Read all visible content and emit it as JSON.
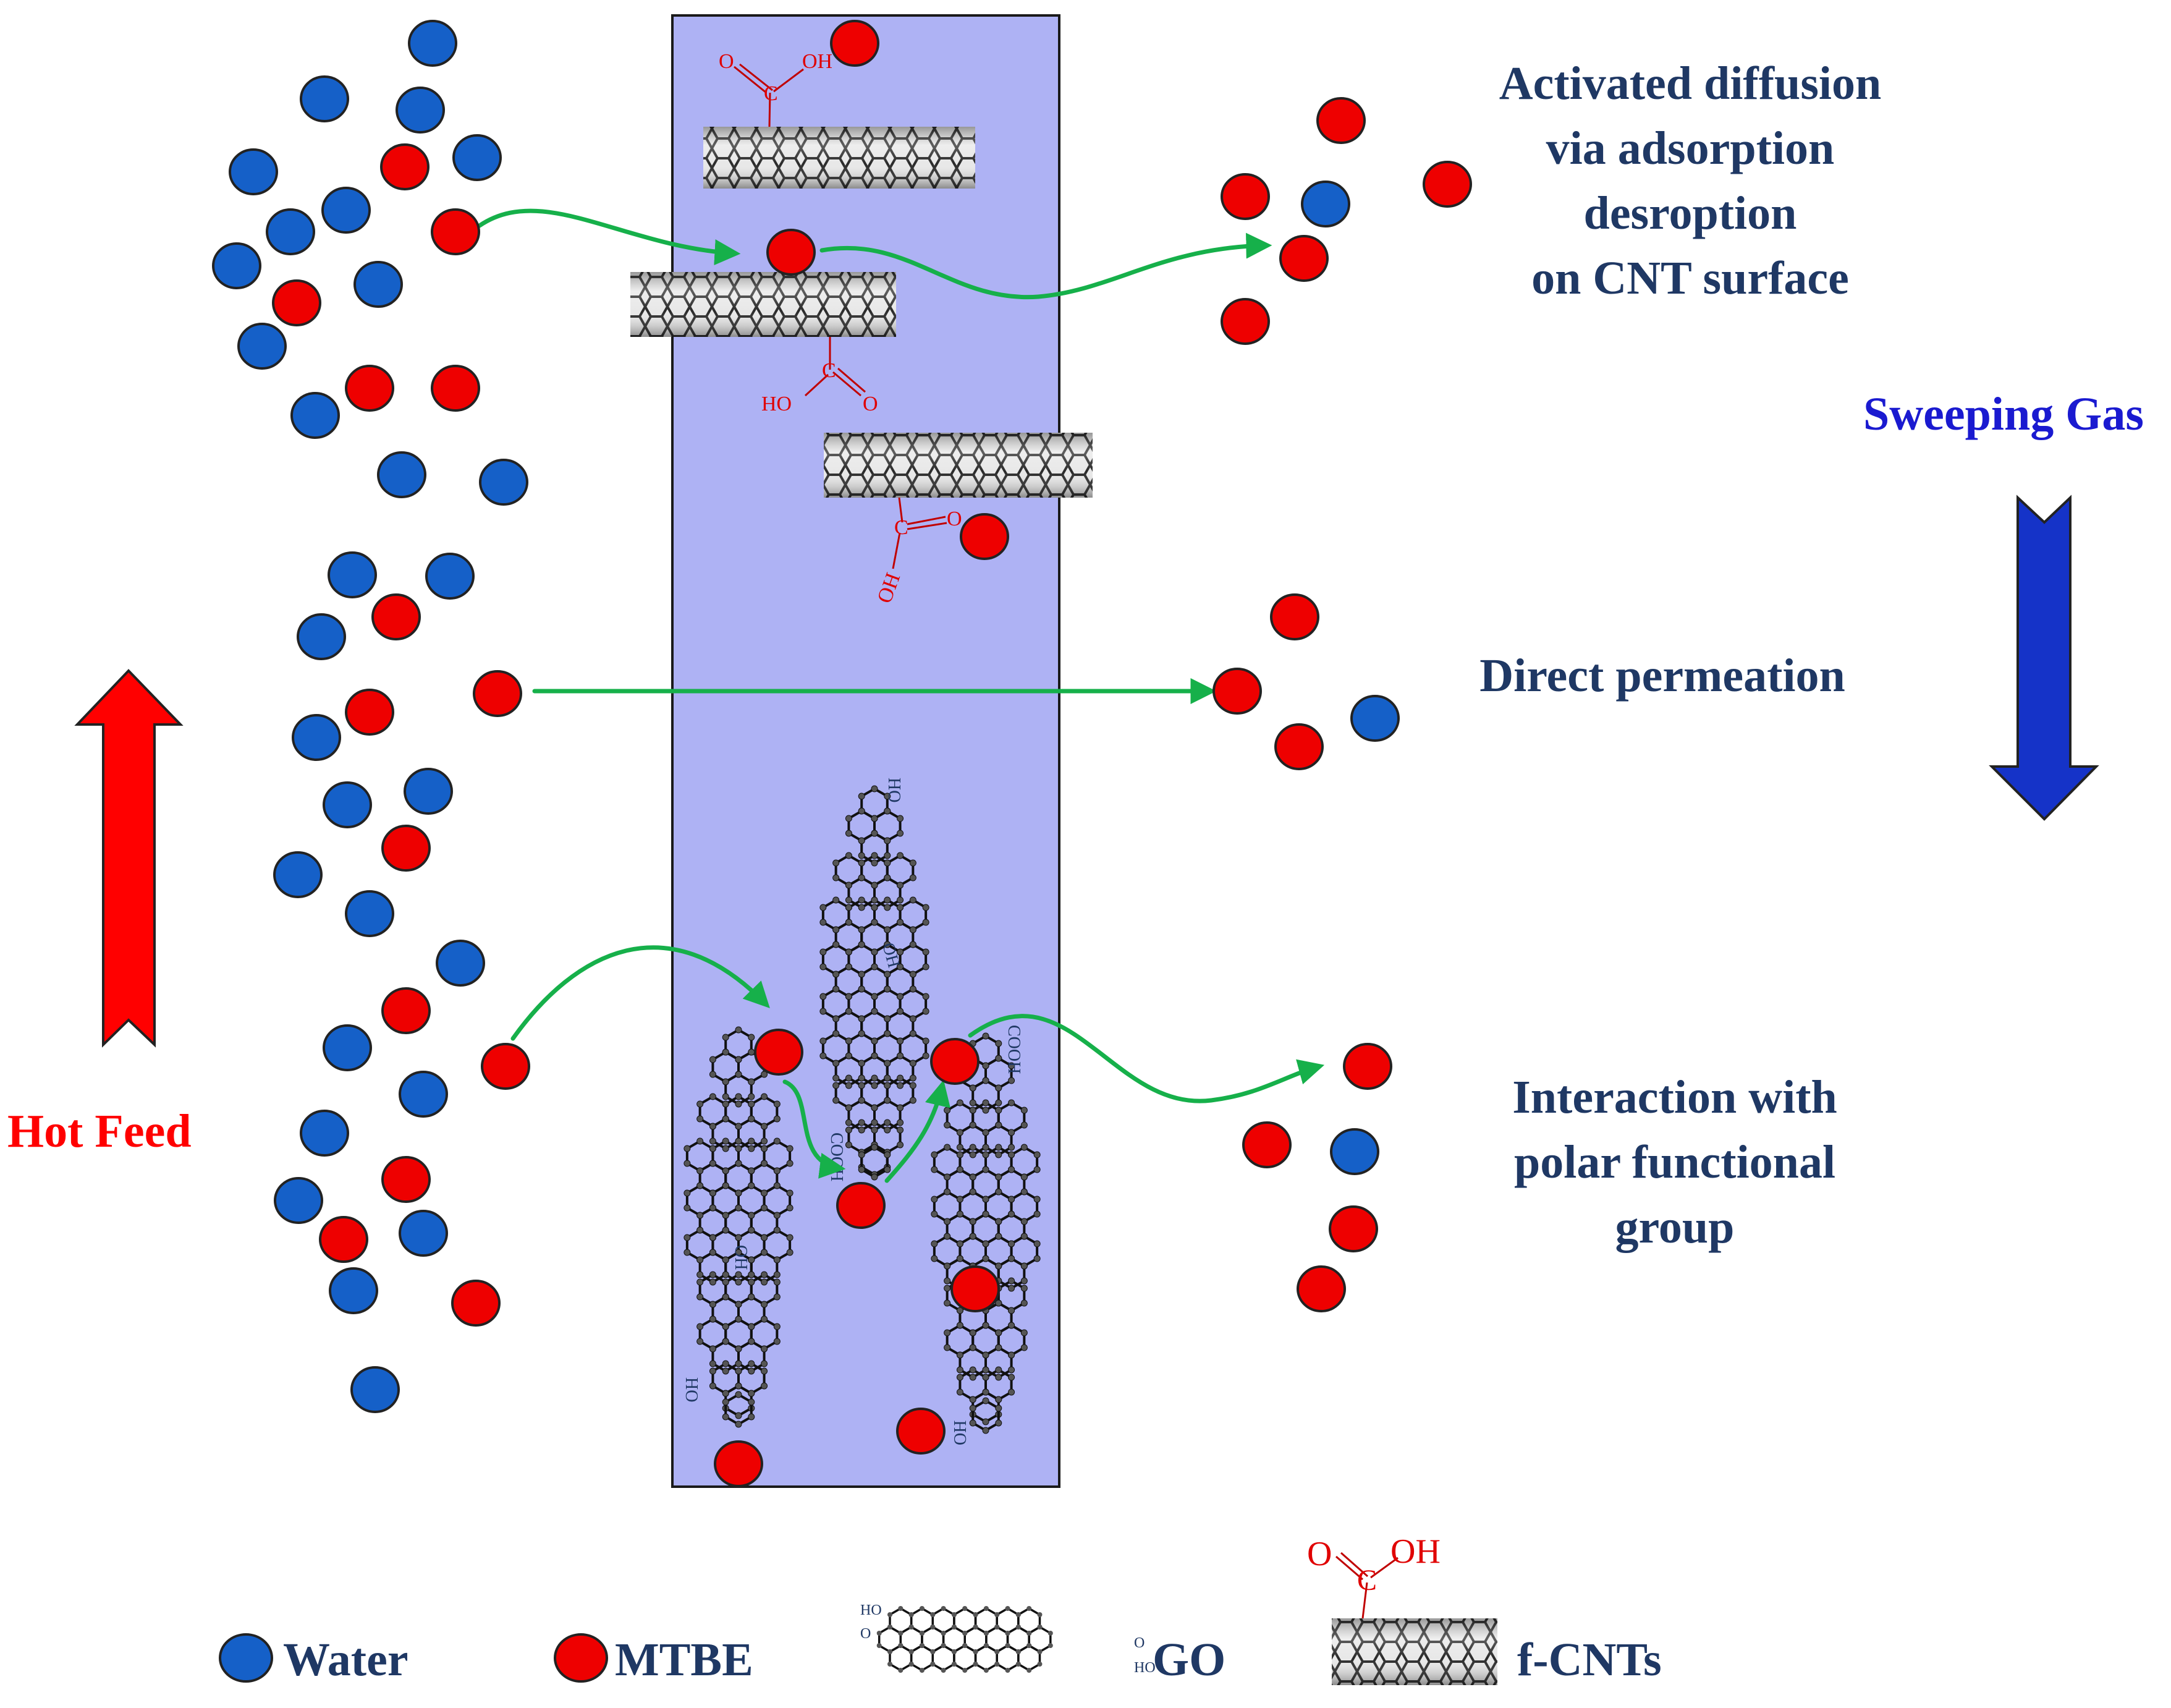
{
  "labels": {
    "activated": [
      "Activated diffusion",
      "via adsorption",
      "desroption",
      "on CNT surface"
    ],
    "direct": "Direct permeation",
    "interaction": [
      "Interaction with",
      "polar functional",
      "group"
    ],
    "sweeping": "Sweeping Gas",
    "hot_feed": "Hot Feed"
  },
  "chem": {
    "oh": "OH",
    "ho": "HO",
    "c": "C",
    "o": "O",
    "cooh": "COOH"
  },
  "legend": {
    "water": "Water",
    "mtbe": "MTBE",
    "go": "GO",
    "fcnt": "f-CNTs"
  },
  "colors": {
    "water": "#1560c8",
    "mtbe": "#ee0000",
    "membrane": "#aeb2f4",
    "arrow_green": "#16b04a",
    "hot_feed": "#ff0000",
    "sweep": "#1533c8",
    "label_text": "#1f3864"
  }
}
